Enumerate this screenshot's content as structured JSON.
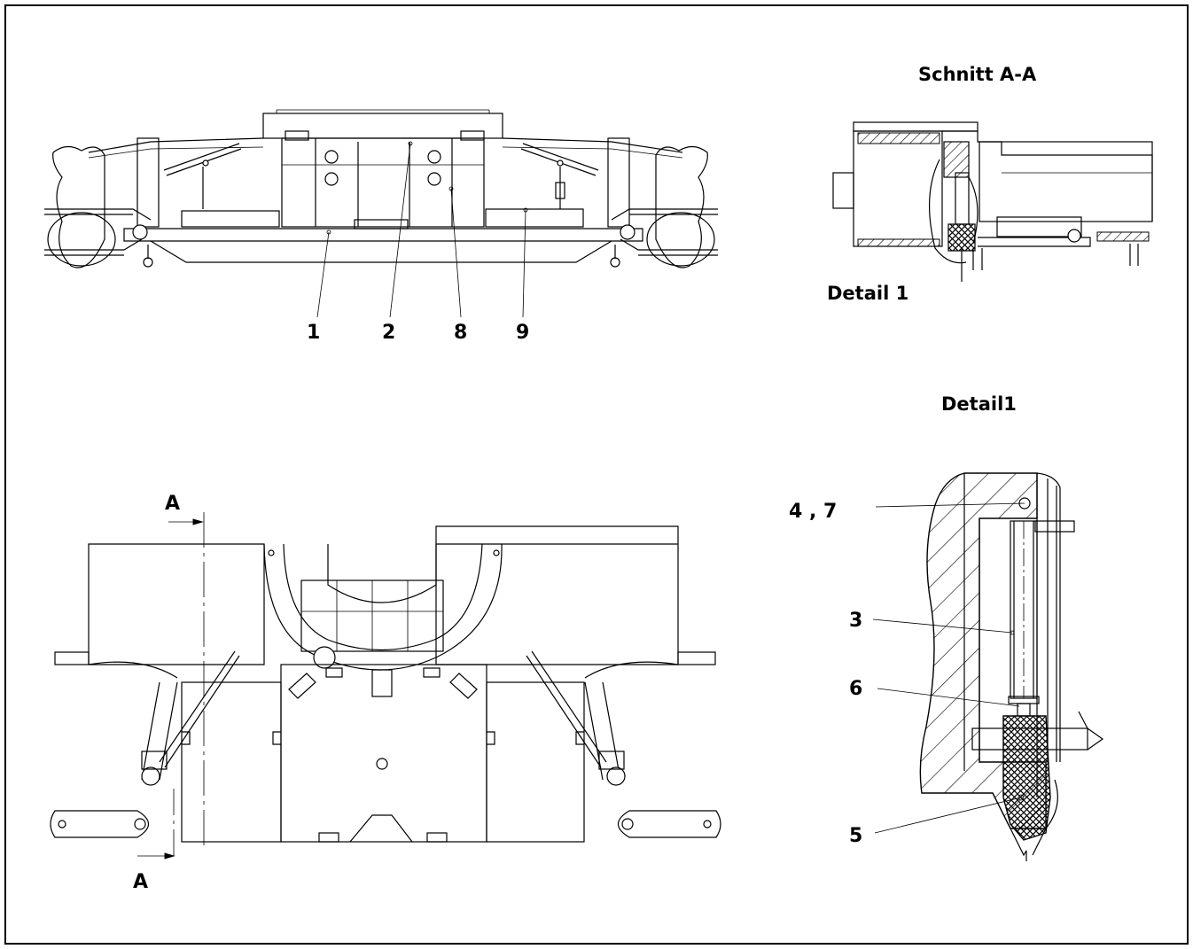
{
  "titles": {
    "section": "Schnitt  A-A",
    "detail_label": "Detail  1",
    "detail_title": "Detail1"
  },
  "section_marks": {
    "top": "A",
    "bottom": "A"
  },
  "front_view_callouts": [
    "1",
    "2",
    "8",
    "9"
  ],
  "detail_callouts": {
    "c47": "4  ,  7",
    "c3": "3",
    "c6": "6",
    "c5": "5"
  },
  "colors": {
    "line": "#000000",
    "background": "#ffffff"
  }
}
